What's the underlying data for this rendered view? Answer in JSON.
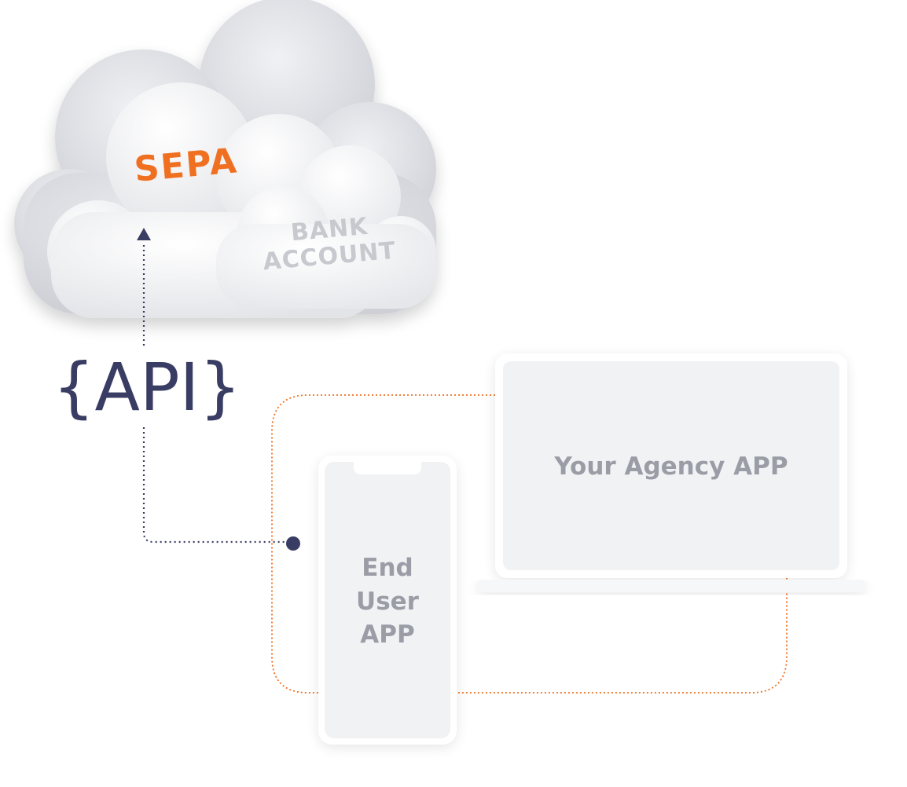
{
  "cloud": {
    "primary_label": "SEPA",
    "secondary_label_line1": "BANK",
    "secondary_label_line2": "ACCOUNT"
  },
  "api_label": "{API}",
  "laptop": {
    "label": "Your Agency APP"
  },
  "phone": {
    "label_line1": "End",
    "label_line2": "User",
    "label_line3": "APP"
  },
  "colors": {
    "accent_orange": "#f07020",
    "navy": "#3a3d63",
    "cloud_fill": "#e8e9ed",
    "cloud_shadow": "#d4d5db",
    "device_fill": "#f1f2f4",
    "device_text": "#9a9da6",
    "bank_text": "#c7c9cf"
  }
}
